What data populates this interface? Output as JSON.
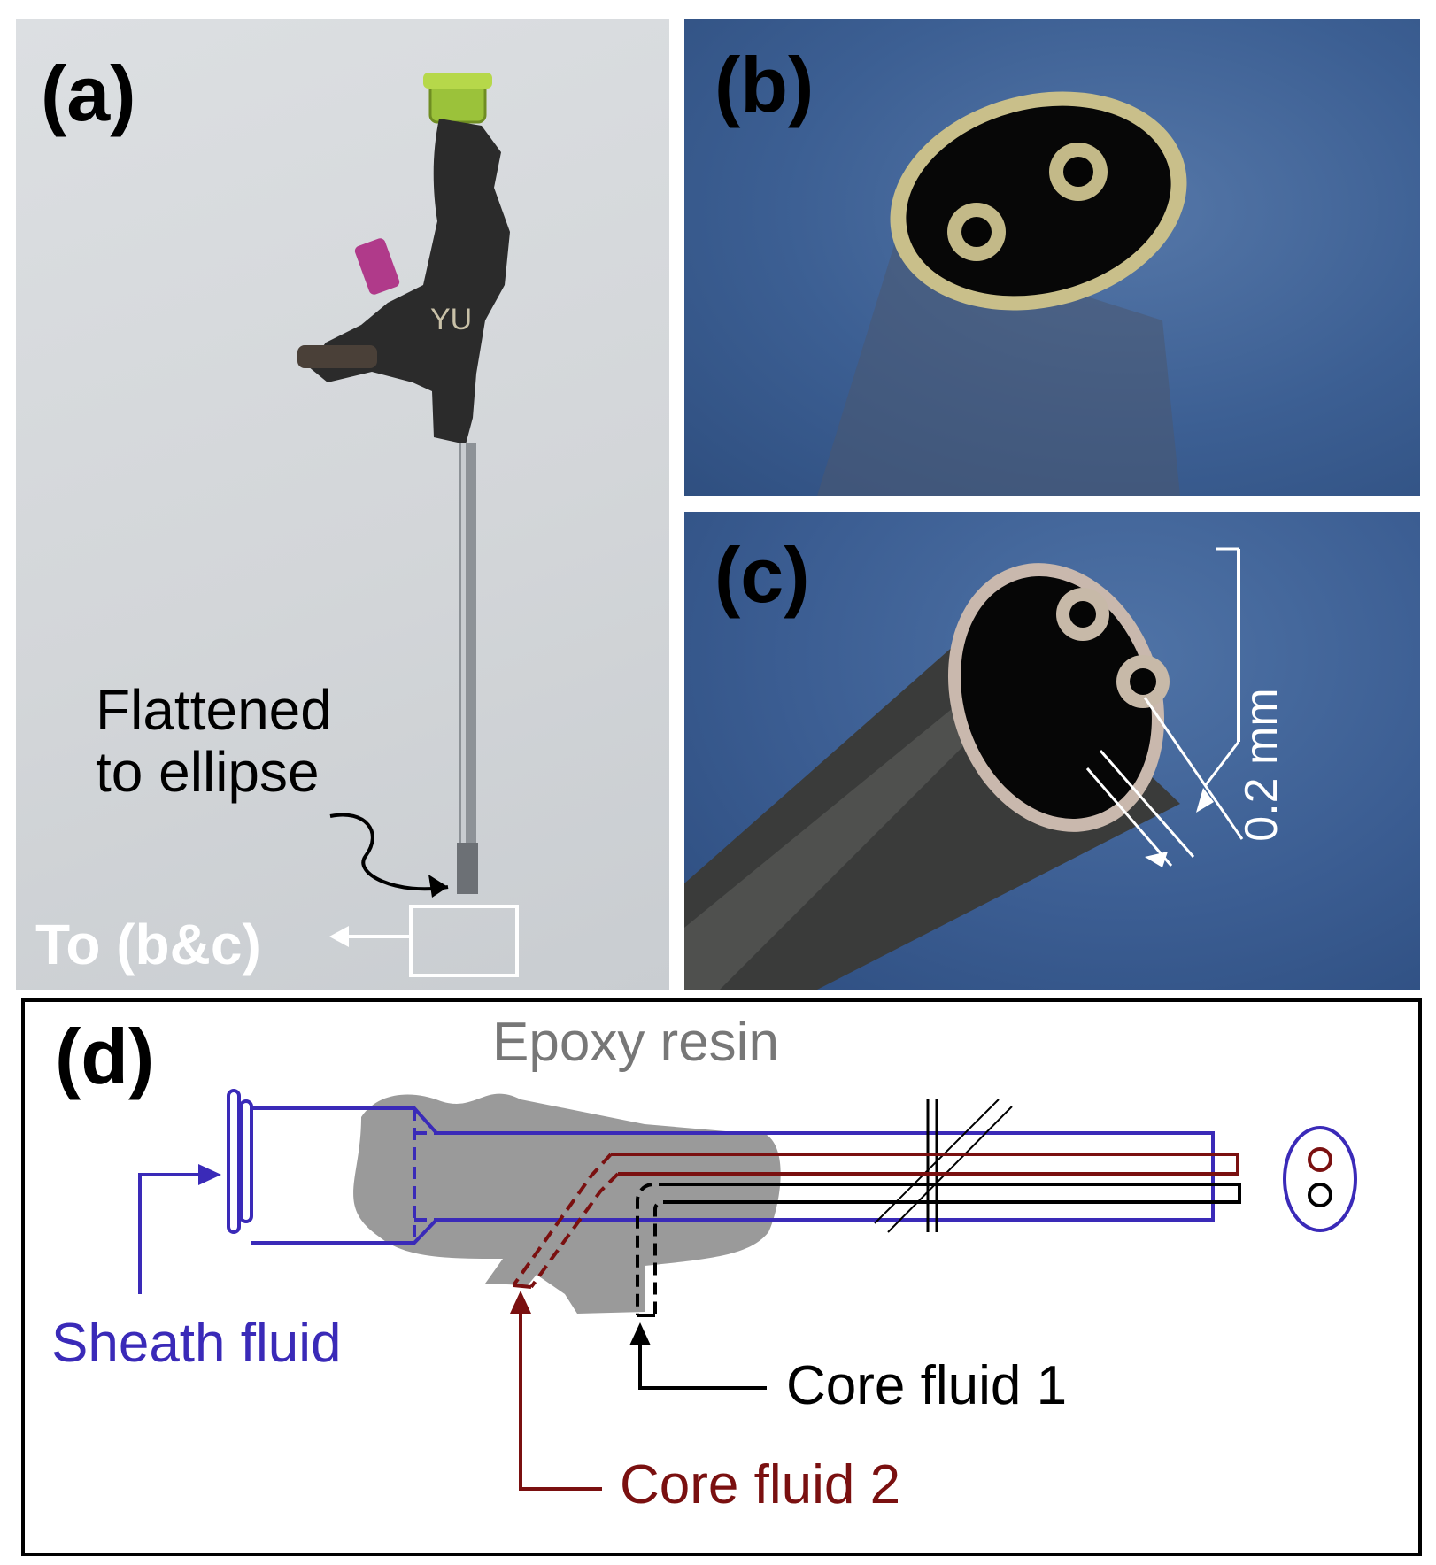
{
  "panels": {
    "a": {
      "label": "(a)",
      "flatten_text": "Flattened\nto ellipse",
      "to_text": "To (b&c)",
      "tube_marking": "YU"
    },
    "b": {
      "label": "(b)"
    },
    "c": {
      "label": "(c)",
      "scale_text": "0.2 mm"
    },
    "d": {
      "label": "(d)",
      "epoxy": "Epoxy resin",
      "sheath": "Sheath fluid",
      "core1": "Core fluid 1",
      "core2": "Core fluid 2"
    }
  },
  "colors": {
    "sheath": "#3a2ab8",
    "core2": "#7a1010",
    "core1": "#000000",
    "epoxy": "#9a9a9a",
    "epoxy_text": "#777777"
  }
}
